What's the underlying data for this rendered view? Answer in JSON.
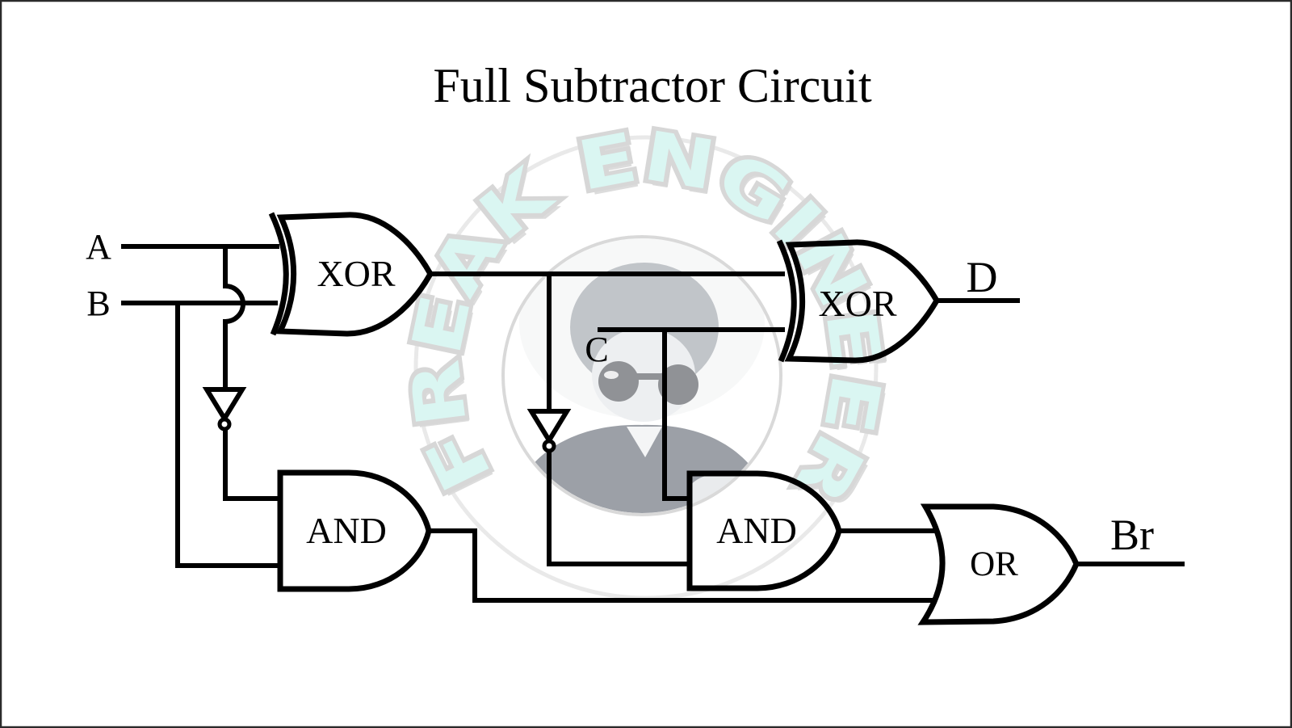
{
  "title": "Full Subtractor Circuit",
  "circuit": {
    "inputs": {
      "a": "A",
      "b": "B",
      "c": "C"
    },
    "outputs": {
      "difference": "D",
      "borrow": "Br"
    },
    "gates": {
      "xor1": "XOR",
      "xor2": "XOR",
      "and1": "AND",
      "and2": "AND",
      "or": "OR"
    }
  },
  "watermark": {
    "text": "FREAK ENGINEER",
    "fill": "#daf6f2",
    "outline": "#dcdcdc"
  },
  "colors": {
    "line": "#000000",
    "text": "#000000",
    "background": "#ffffff",
    "border": "#2b2b2b",
    "gate_fill": "#ffffff"
  }
}
